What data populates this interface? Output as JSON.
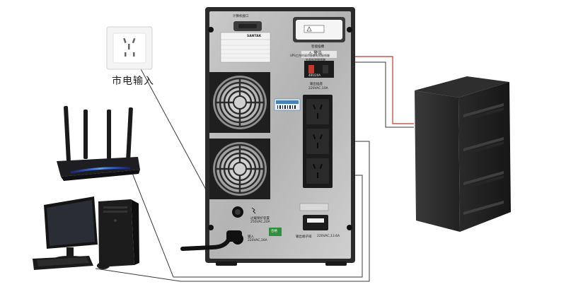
{
  "caption": {
    "mains_input": "市电输入"
  },
  "ups_panel": {
    "brand": "SANTAK",
    "comm_port_label": "计算机接口",
    "smart_slot_label": "智能插槽",
    "warning_title": "⚠ 警告",
    "warning_text": "UPS工作时请勿接触电池接线端",
    "battery_terminal_label": "外部电池接线端",
    "battery_rating": "48V/20A",
    "output_label": "输出插座",
    "output_rating": "220VAC,10A",
    "breaker_label": "过载保护装置",
    "breaker_rating": "250VAC,20A",
    "input_label": "输入",
    "input_rating": "220VAC,16A",
    "terminal_label": "输出端子排",
    "terminal_rating": "220VAC,13.6A",
    "pass_sticker": "合格"
  },
  "colors": {
    "ups_body": "#2b2b2b",
    "panel": "#b8b8b8",
    "router": "#1e1e22",
    "battery_cabinet": "#1c1c1c",
    "battery_wire": "#c0392b",
    "signal_wire": "#3a3a3a"
  },
  "icons": [
    "wall-socket-icon",
    "router-icon",
    "desktop-computer-icon",
    "battery-cabinet-icon",
    "cooling-fan-icon",
    "power-outlet-icon"
  ]
}
